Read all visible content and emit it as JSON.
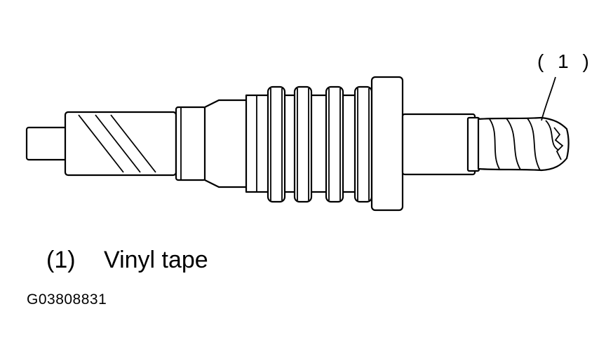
{
  "diagram": {
    "callout_label": "( 1 )",
    "legend": {
      "number": "(1)",
      "text": "Vinyl tape"
    },
    "figure_code": "G03808831",
    "colors": {
      "line": "#000000",
      "background": "#ffffff"
    }
  }
}
